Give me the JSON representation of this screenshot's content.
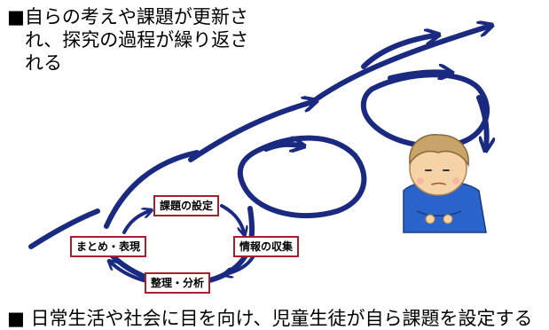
{
  "heading": {
    "line1": "■自らの考えや課題が更新さ",
    "line2": "れ、探究の過程が繰り返さ",
    "line3": "れる"
  },
  "steps": {
    "setting": "課題の設定",
    "collection": "情報の収集",
    "organize": "整理・分析",
    "summary": "まとめ・表現"
  },
  "bottom_text": "■ 日常生活や社会に目を向け、児童生徒が自ら課題を設定する",
  "colors": {
    "arrow": "#1a2a80",
    "box_border": "#a8202a",
    "skin": "#f6d3a6",
    "hair": "#c9a46a",
    "shirt": "#2a63c9"
  }
}
